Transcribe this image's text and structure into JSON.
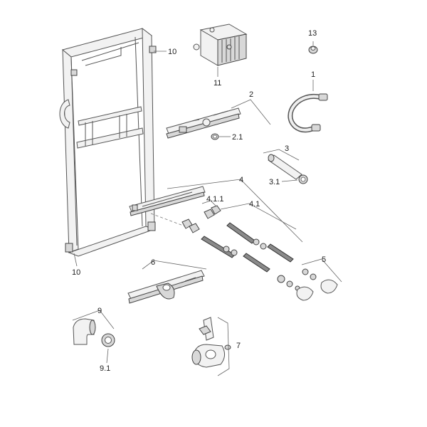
{
  "diagram": {
    "callouts": {
      "c10a": "10",
      "c10b": "10",
      "c11": "11",
      "c13": "13",
      "c1": "1",
      "c2": "2",
      "c2_1": "2.1",
      "c3": "3",
      "c3_1": "3.1",
      "c4": "4",
      "c4_1_1": "4.1.1",
      "c4_1": "4.1",
      "c5": "5",
      "c6": "6",
      "c7": "7",
      "c9": "9",
      "c9_1": "9.1"
    },
    "colors": {
      "line": "#555555",
      "fill_light": "#f2f2f2",
      "fill_mid": "#d8d8d8",
      "fill_dark": "#8a8a8a"
    }
  }
}
